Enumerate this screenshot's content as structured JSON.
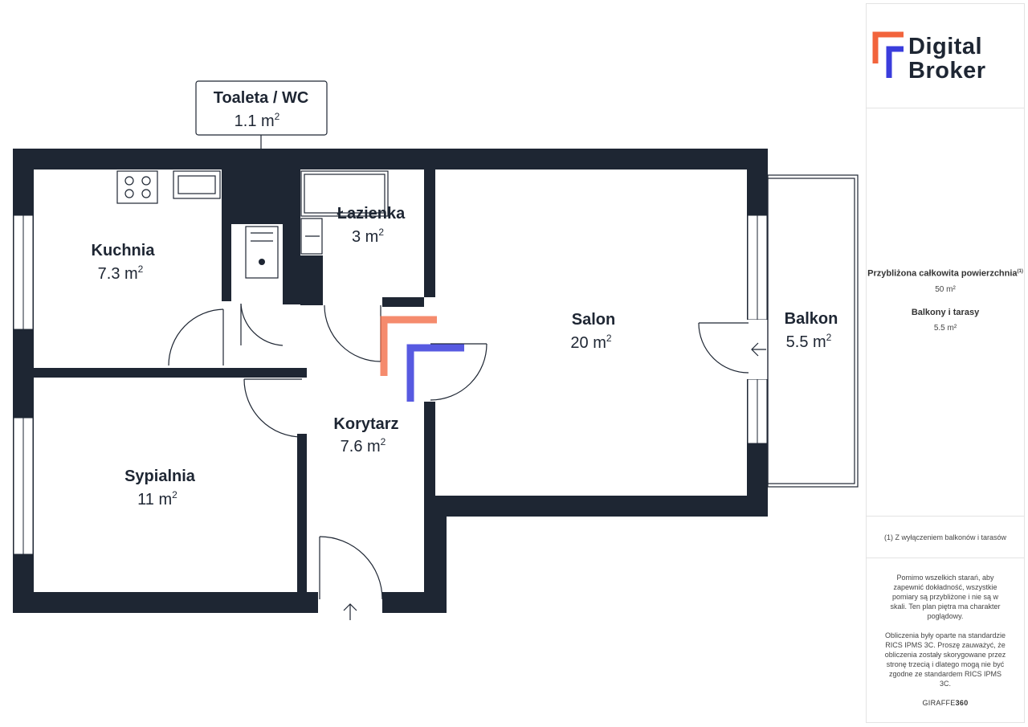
{
  "rooms": {
    "toilet": {
      "name": "Toaleta / WC",
      "area": "1.1 m",
      "sup": "2"
    },
    "bathroom": {
      "name": "Łazienka",
      "area": "3 m",
      "sup": "2"
    },
    "kitchen": {
      "name": "Kuchnia",
      "area": "7.3 m",
      "sup": "2"
    },
    "living": {
      "name": "Salon",
      "area": "20 m",
      "sup": "2"
    },
    "balcony": {
      "name": "Balkon",
      "area": "5.5 m",
      "sup": "2"
    },
    "hall": {
      "name": "Korytarz",
      "area": "7.6 m",
      "sup": "2"
    },
    "bedroom": {
      "name": "Sypialnia",
      "area": "11 m",
      "sup": "2"
    }
  },
  "logo": {
    "line1": "Digital",
    "line2": "Broker",
    "colors": {
      "orange": "#f2643c",
      "blue": "#3a3ddc",
      "dark": "#1e2633"
    }
  },
  "summary": {
    "total_label": "Przybliżona całkowita powierzchnia",
    "total_sup": "(1)",
    "total_value": "50 m²",
    "balcony_label": "Balkony i tarasy",
    "balcony_value": "5.5 m²"
  },
  "footnote": "(1) Z wyłączeniem balkonów i tarasów",
  "disclaimer": {
    "p1": "Pomimo wszelkich starań, aby zapewnić dokładność, wszystkie pomiary są przybliżone i nie są w skali. Ten plan piętra ma charakter poglądowy.",
    "p2": "Obliczenia były oparte na standardzie RICS IPMS 3C. Proszę zauważyć, że obliczenia zostały skorygowane przez stronę trzecią i dlatego mogą nie być zgodne ze standardem RICS IPMS 3C."
  },
  "brand": {
    "prefix": "GIRAFFE",
    "suffix": "360"
  },
  "colors": {
    "wall": "#1e2633",
    "accent_orange": "#f2643c",
    "accent_blue": "#3a3ddc"
  }
}
